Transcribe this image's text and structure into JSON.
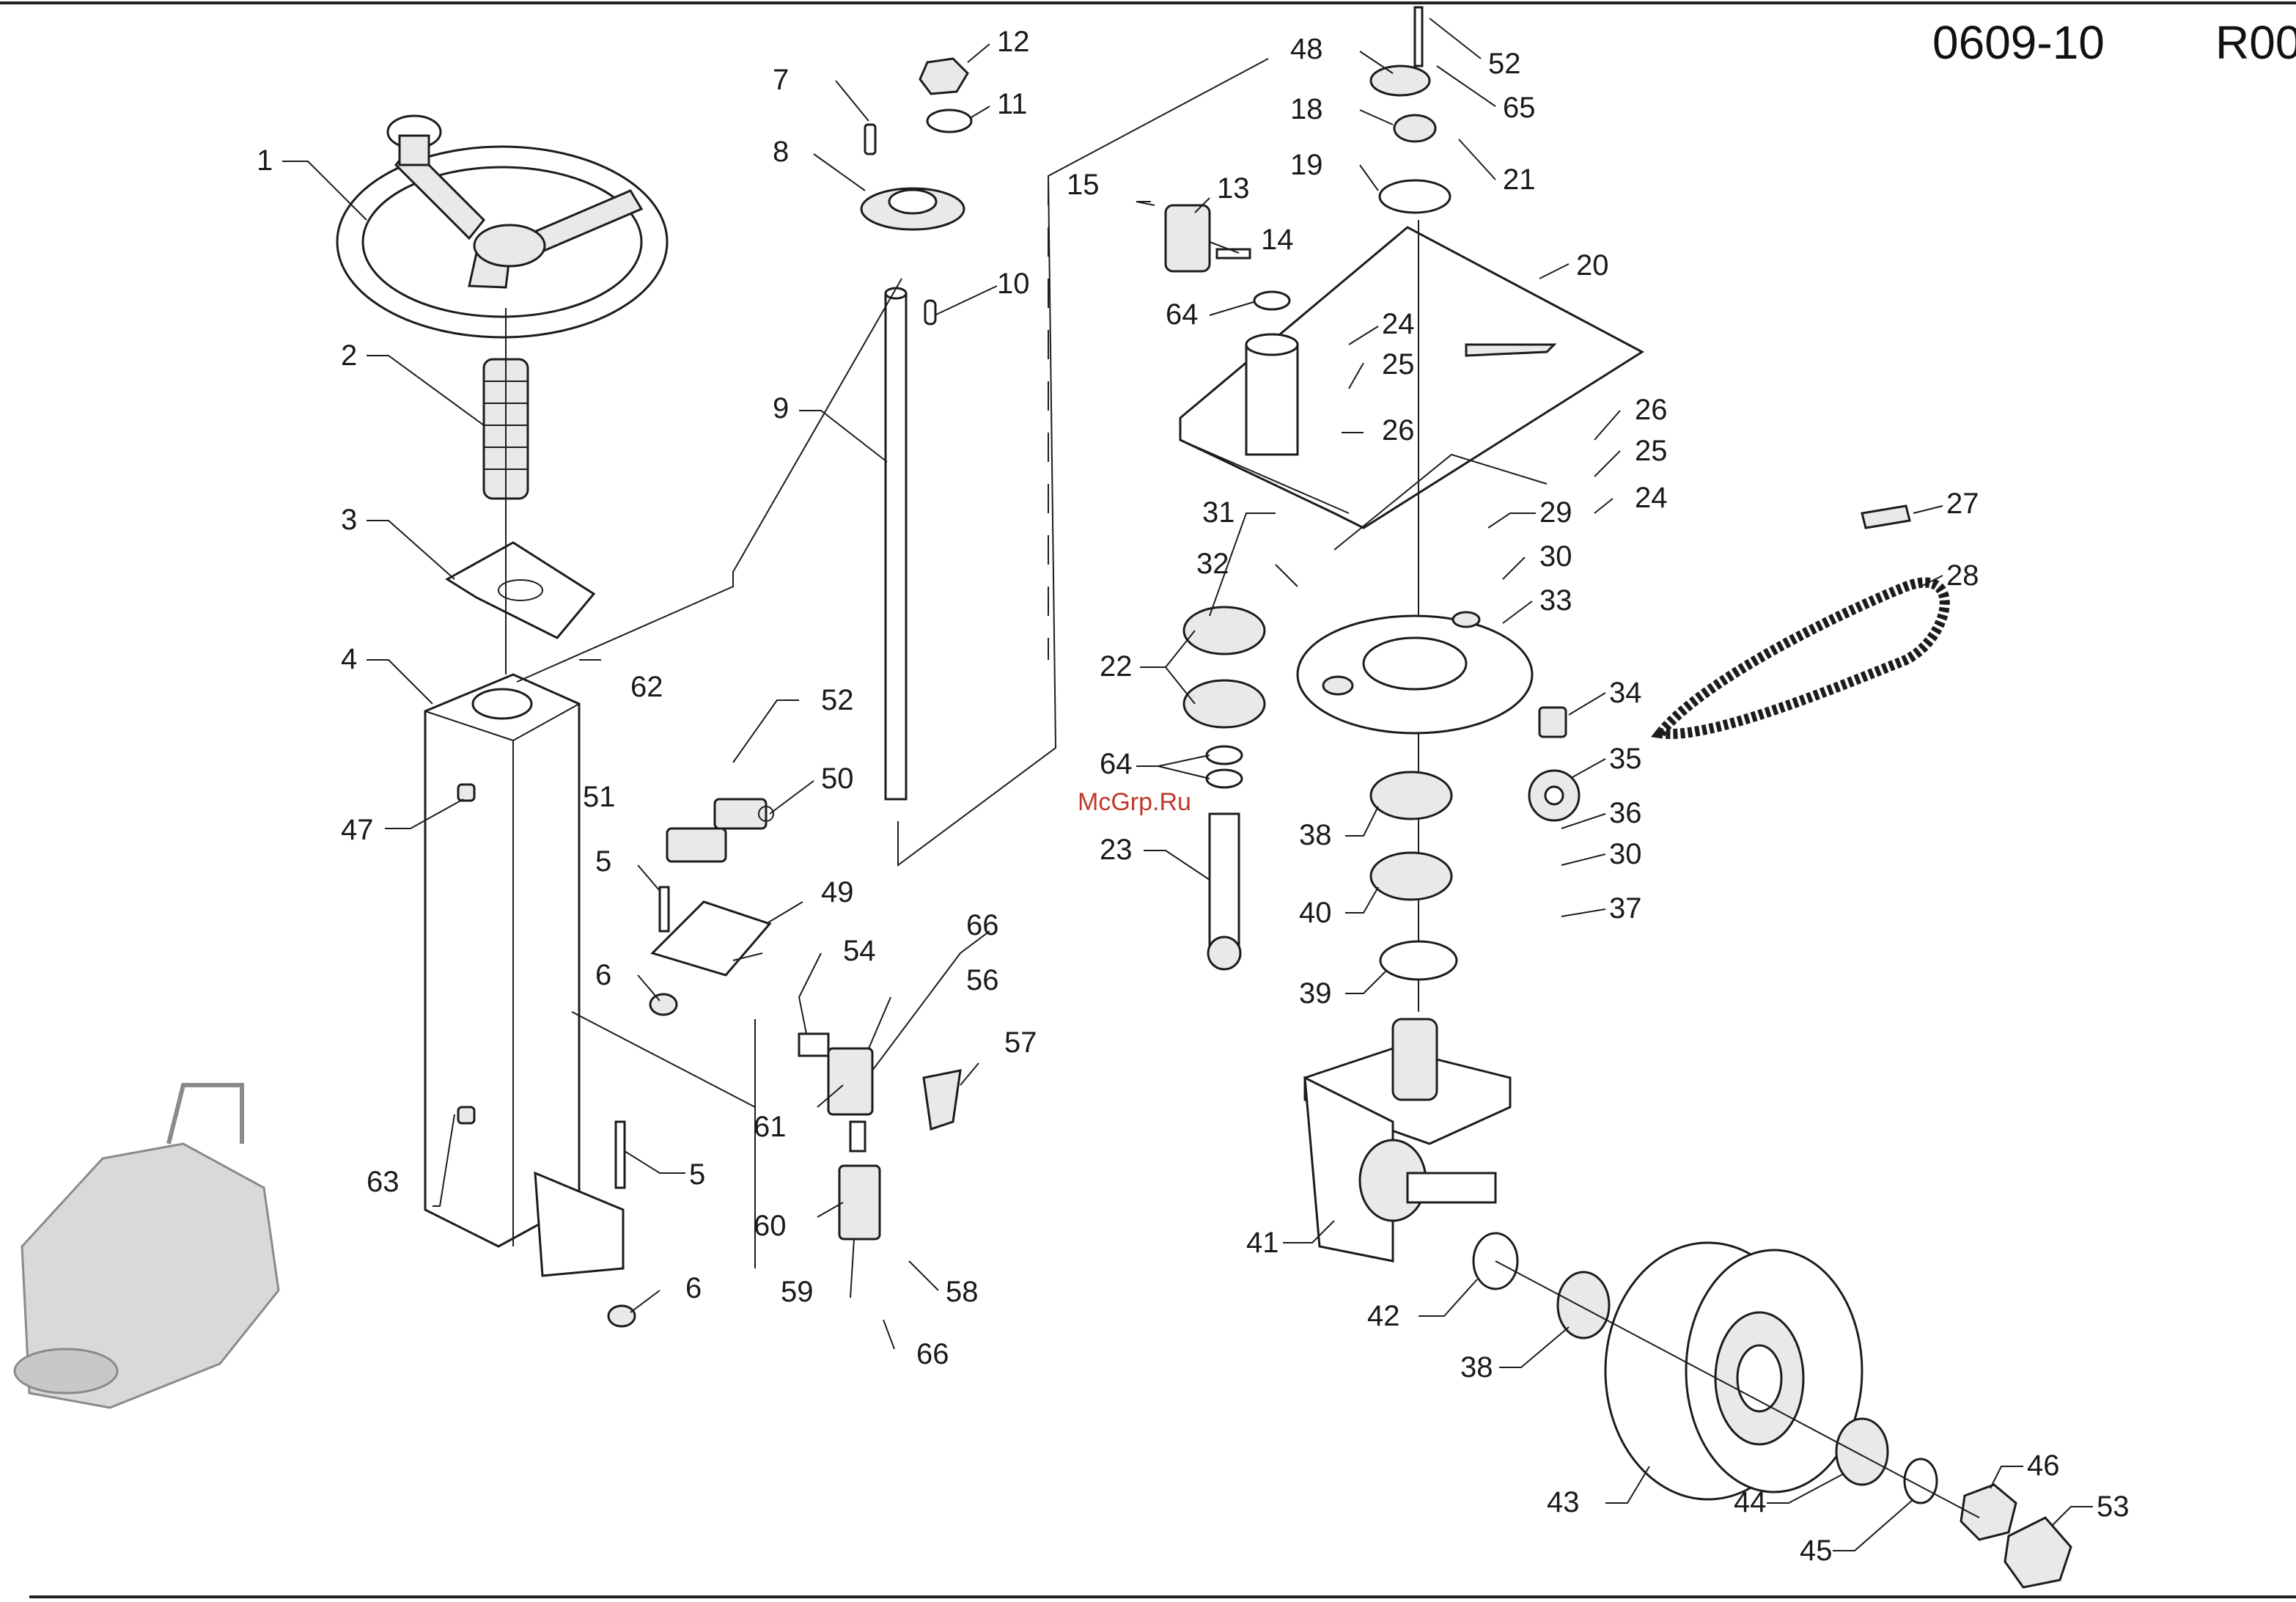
{
  "header": {
    "drawing_code": "0609-10",
    "revision": "R00"
  },
  "watermark": "McGrp.Ru",
  "callouts": [
    {
      "id": "c1",
      "text": "1"
    },
    {
      "id": "c2",
      "text": "2"
    },
    {
      "id": "c3",
      "text": "3"
    },
    {
      "id": "c4",
      "text": "4"
    },
    {
      "id": "c47",
      "text": "47"
    },
    {
      "id": "c62",
      "text": "62"
    },
    {
      "id": "c63",
      "text": "63"
    },
    {
      "id": "c5a",
      "text": "5"
    },
    {
      "id": "c6a",
      "text": "6"
    },
    {
      "id": "c5b",
      "text": "5"
    },
    {
      "id": "c6b",
      "text": "6"
    },
    {
      "id": "c7",
      "text": "7"
    },
    {
      "id": "c8",
      "text": "8"
    },
    {
      "id": "c12",
      "text": "12"
    },
    {
      "id": "c11",
      "text": "11"
    },
    {
      "id": "c10",
      "text": "10"
    },
    {
      "id": "c9",
      "text": "9"
    },
    {
      "id": "c52a",
      "text": "52"
    },
    {
      "id": "c50",
      "text": "50"
    },
    {
      "id": "c51",
      "text": "51"
    },
    {
      "id": "c49",
      "text": "49"
    },
    {
      "id": "c54",
      "text": "54"
    },
    {
      "id": "c66a",
      "text": "66"
    },
    {
      "id": "c56",
      "text": "56"
    },
    {
      "id": "c57",
      "text": "57"
    },
    {
      "id": "c61",
      "text": "61"
    },
    {
      "id": "c60",
      "text": "60"
    },
    {
      "id": "c59",
      "text": "59"
    },
    {
      "id": "c58",
      "text": "58"
    },
    {
      "id": "c66b",
      "text": "66"
    },
    {
      "id": "c15",
      "text": "15"
    },
    {
      "id": "c13",
      "text": "13"
    },
    {
      "id": "c14",
      "text": "14"
    },
    {
      "id": "c64a",
      "text": "64"
    },
    {
      "id": "c48",
      "text": "48"
    },
    {
      "id": "c52b",
      "text": "52"
    },
    {
      "id": "c65",
      "text": "65"
    },
    {
      "id": "c18",
      "text": "18"
    },
    {
      "id": "c21",
      "text": "21"
    },
    {
      "id": "c19",
      "text": "19"
    },
    {
      "id": "c20",
      "text": "20"
    },
    {
      "id": "c24a",
      "text": "24"
    },
    {
      "id": "c25a",
      "text": "25"
    },
    {
      "id": "c26a",
      "text": "26"
    },
    {
      "id": "c26b",
      "text": "26"
    },
    {
      "id": "c25b",
      "text": "25"
    },
    {
      "id": "c24b",
      "text": "24"
    },
    {
      "id": "c31",
      "text": "31"
    },
    {
      "id": "c29",
      "text": "29"
    },
    {
      "id": "c32",
      "text": "32"
    },
    {
      "id": "c30a",
      "text": "30"
    },
    {
      "id": "c33",
      "text": "33"
    },
    {
      "id": "c22",
      "text": "22"
    },
    {
      "id": "c64b",
      "text": "64"
    },
    {
      "id": "c23",
      "text": "23"
    },
    {
      "id": "c34",
      "text": "34"
    },
    {
      "id": "c35",
      "text": "35"
    },
    {
      "id": "c36",
      "text": "36"
    },
    {
      "id": "c30b",
      "text": "30"
    },
    {
      "id": "c37",
      "text": "37"
    },
    {
      "id": "c38a",
      "text": "38"
    },
    {
      "id": "c40",
      "text": "40"
    },
    {
      "id": "c39",
      "text": "39"
    },
    {
      "id": "c27",
      "text": "27"
    },
    {
      "id": "c28",
      "text": "28"
    },
    {
      "id": "c41",
      "text": "41"
    },
    {
      "id": "c42",
      "text": "42"
    },
    {
      "id": "c38b",
      "text": "38"
    },
    {
      "id": "c43",
      "text": "43"
    },
    {
      "id": "c44",
      "text": "44"
    },
    {
      "id": "c45",
      "text": "45"
    },
    {
      "id": "c46",
      "text": "46"
    },
    {
      "id": "c53",
      "text": "53"
    }
  ]
}
